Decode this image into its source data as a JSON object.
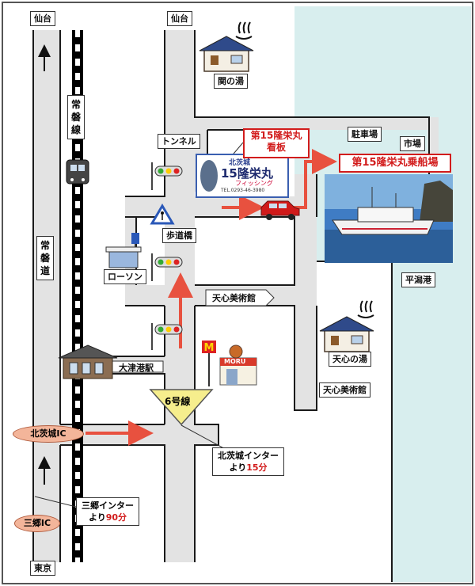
{
  "labels": {
    "sendai_left": "仙台",
    "sendai_center": "仙台",
    "joban_line": "常磐線",
    "joban_road": "常磐道",
    "tokyo": "東京",
    "seki_no_yu": "関の湯",
    "tunnel": "トンネル",
    "parking": "駐車場",
    "market": "市場",
    "hodokyo": "歩道橋",
    "lawson": "ローソン",
    "tenshin_museum_road": "天心美術館",
    "tenshin_museum": "天心美術館",
    "tenshin_no_yu": "天心の湯",
    "hirakata_port": "平潟港",
    "otsu_station": "大津港駅",
    "route6": "6号線",
    "kitaibaraki_ic": "北茨城IC",
    "misato_ic": "三郷IC"
  },
  "signboard_callout": {
    "line1": "第15隆栄丸",
    "line2": "看板"
  },
  "boarding": "第15隆栄丸乗船場",
  "signboard": {
    "top": "北茨城",
    "name": "15隆栄丸",
    "sub": "フィッシング",
    "tel": "TEL.0293-46-3980"
  },
  "shop_sign": "MORU",
  "notes": {
    "kitaibaraki": {
      "line1": "北茨城インター",
      "prefix": "より",
      "value": "15分"
    },
    "misato": {
      "line1": "三郷インター",
      "prefix": "より",
      "value": "90分"
    }
  },
  "colors": {
    "sea": "#d8eeee",
    "road": "#e3e3e3",
    "road_edge": "#1a1a1a",
    "rail": "#000000",
    "arrow": "#e8513f",
    "accent_red": "#d21c1c",
    "route_triangle": "#f6ee8d"
  },
  "icons": [
    "hot-spring-icon",
    "house-icon",
    "train-icon",
    "traffic-light-icon",
    "pedestrian-sign-icon",
    "bus-stop-icon",
    "car-icon",
    "boat-photo",
    "mcdonalds-icon",
    "shop-icon",
    "station-building-icon",
    "north-arrow-icon"
  ]
}
